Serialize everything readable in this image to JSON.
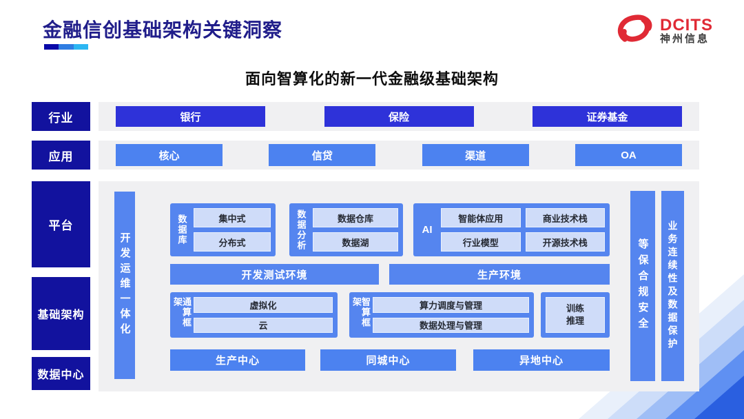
{
  "slide": {
    "title": "金融信创基础架构关键洞察",
    "subtitle": "面向智算化的新一代金融级基础架构",
    "logo": {
      "brand": "DCITS",
      "company": "神州信息",
      "icon": "swirl-logo-icon"
    }
  },
  "layers": {
    "industry": {
      "label": "行业",
      "items": [
        "银行",
        "保险",
        "证券基金"
      ]
    },
    "application": {
      "label": "应用",
      "items": [
        "核心",
        "信贷",
        "渠道",
        "OA"
      ]
    },
    "platform": {
      "label": "平台"
    },
    "infrastructure": {
      "label": "基础架构"
    },
    "datacenter": {
      "label": "数据中心"
    }
  },
  "platform_panel": {
    "devops_bar": "开发运维一体化",
    "security_bar": "等保合规安全",
    "continuity_bar": "业务连续性及数据保护",
    "database_group": {
      "label": "数据库",
      "items": [
        "集中式",
        "分布式"
      ]
    },
    "analytics_group": {
      "label": "数据分析",
      "items": [
        "数据仓库",
        "数据湖"
      ]
    },
    "ai_group": {
      "label": "AI",
      "items": [
        "智能体应用",
        "商业技术栈",
        "行业模型",
        "开源技术栈"
      ]
    },
    "env_bars": [
      "开发测试环境",
      "生产环境"
    ],
    "general_framework": {
      "label": "通算框架",
      "items": [
        "虚拟化",
        "云"
      ]
    },
    "intelligent_framework": {
      "label": "智算框架",
      "items": [
        "算力调度与管理",
        "数据处理与管理"
      ]
    },
    "training_box": {
      "items": [
        "训练",
        "推理"
      ]
    },
    "centers": [
      "生产中心",
      "同城中心",
      "异地中心"
    ]
  },
  "colors": {
    "navy_label": "#12129e",
    "royal_button": "#2e32d9",
    "medium_button": "#4c82f0",
    "container_blue": "#5585ef",
    "light_box_fill": "#cfdcf9",
    "panel_gray": "#f0f0f2",
    "title_navy": "#201d8a",
    "brand_red": "#e02a35",
    "underline_gradient": [
      "#0909a8",
      "#2f7de2",
      "#2cb6f2"
    ]
  }
}
